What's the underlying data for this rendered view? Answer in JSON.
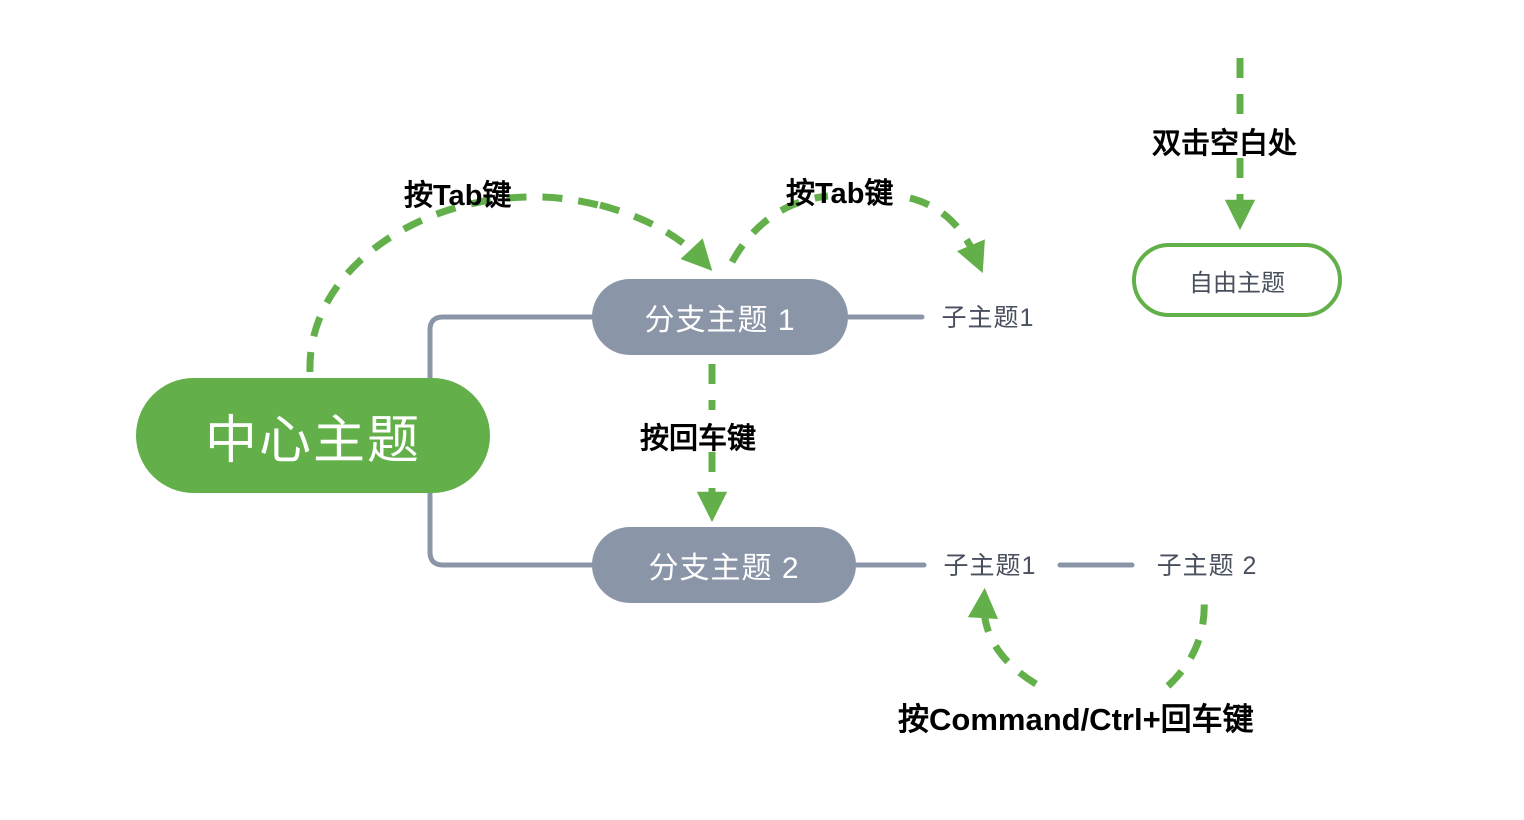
{
  "diagram": {
    "title": "Mind Map Keyboard Shortcuts Guide",
    "background_color": "#ffffff",
    "colors": {
      "central_fill": "#63b04b",
      "branch_fill": "#8b95a8",
      "free_border": "#63b04b",
      "connector": "#8b95a8",
      "annotation_arrow": "#63b04b",
      "sub_text": "#48505e",
      "annotation_text": "#000000"
    }
  },
  "nodes": {
    "central": {
      "label": "中心主题",
      "type": "central-topic"
    },
    "branch1": {
      "label": "分支主题 1",
      "type": "branch-topic"
    },
    "branch2": {
      "label": "分支主题 2",
      "type": "branch-topic"
    },
    "free": {
      "label": "自由主题",
      "type": "floating-topic"
    },
    "sub_b1_1": {
      "label": "子主题1",
      "type": "sub-topic"
    },
    "sub_b2_1": {
      "label": "子主题1",
      "type": "sub-topic"
    },
    "sub_b2_2": {
      "label": "子主题 2",
      "type": "sub-topic"
    }
  },
  "annotations": {
    "tab_left": {
      "label": "按Tab键",
      "target": "branch1",
      "source": "central"
    },
    "tab_right": {
      "label": "按Tab键",
      "target": "sub_b1_1",
      "source": "branch1"
    },
    "enter": {
      "label": "按回车键",
      "target": "branch2",
      "source": "branch1"
    },
    "command_enter": {
      "label": "按Command/Ctrl+回车键",
      "target": "sub_b2_1",
      "source": "sub_b2_2"
    },
    "double_click": {
      "label": "双击空白处",
      "target": "free"
    }
  }
}
